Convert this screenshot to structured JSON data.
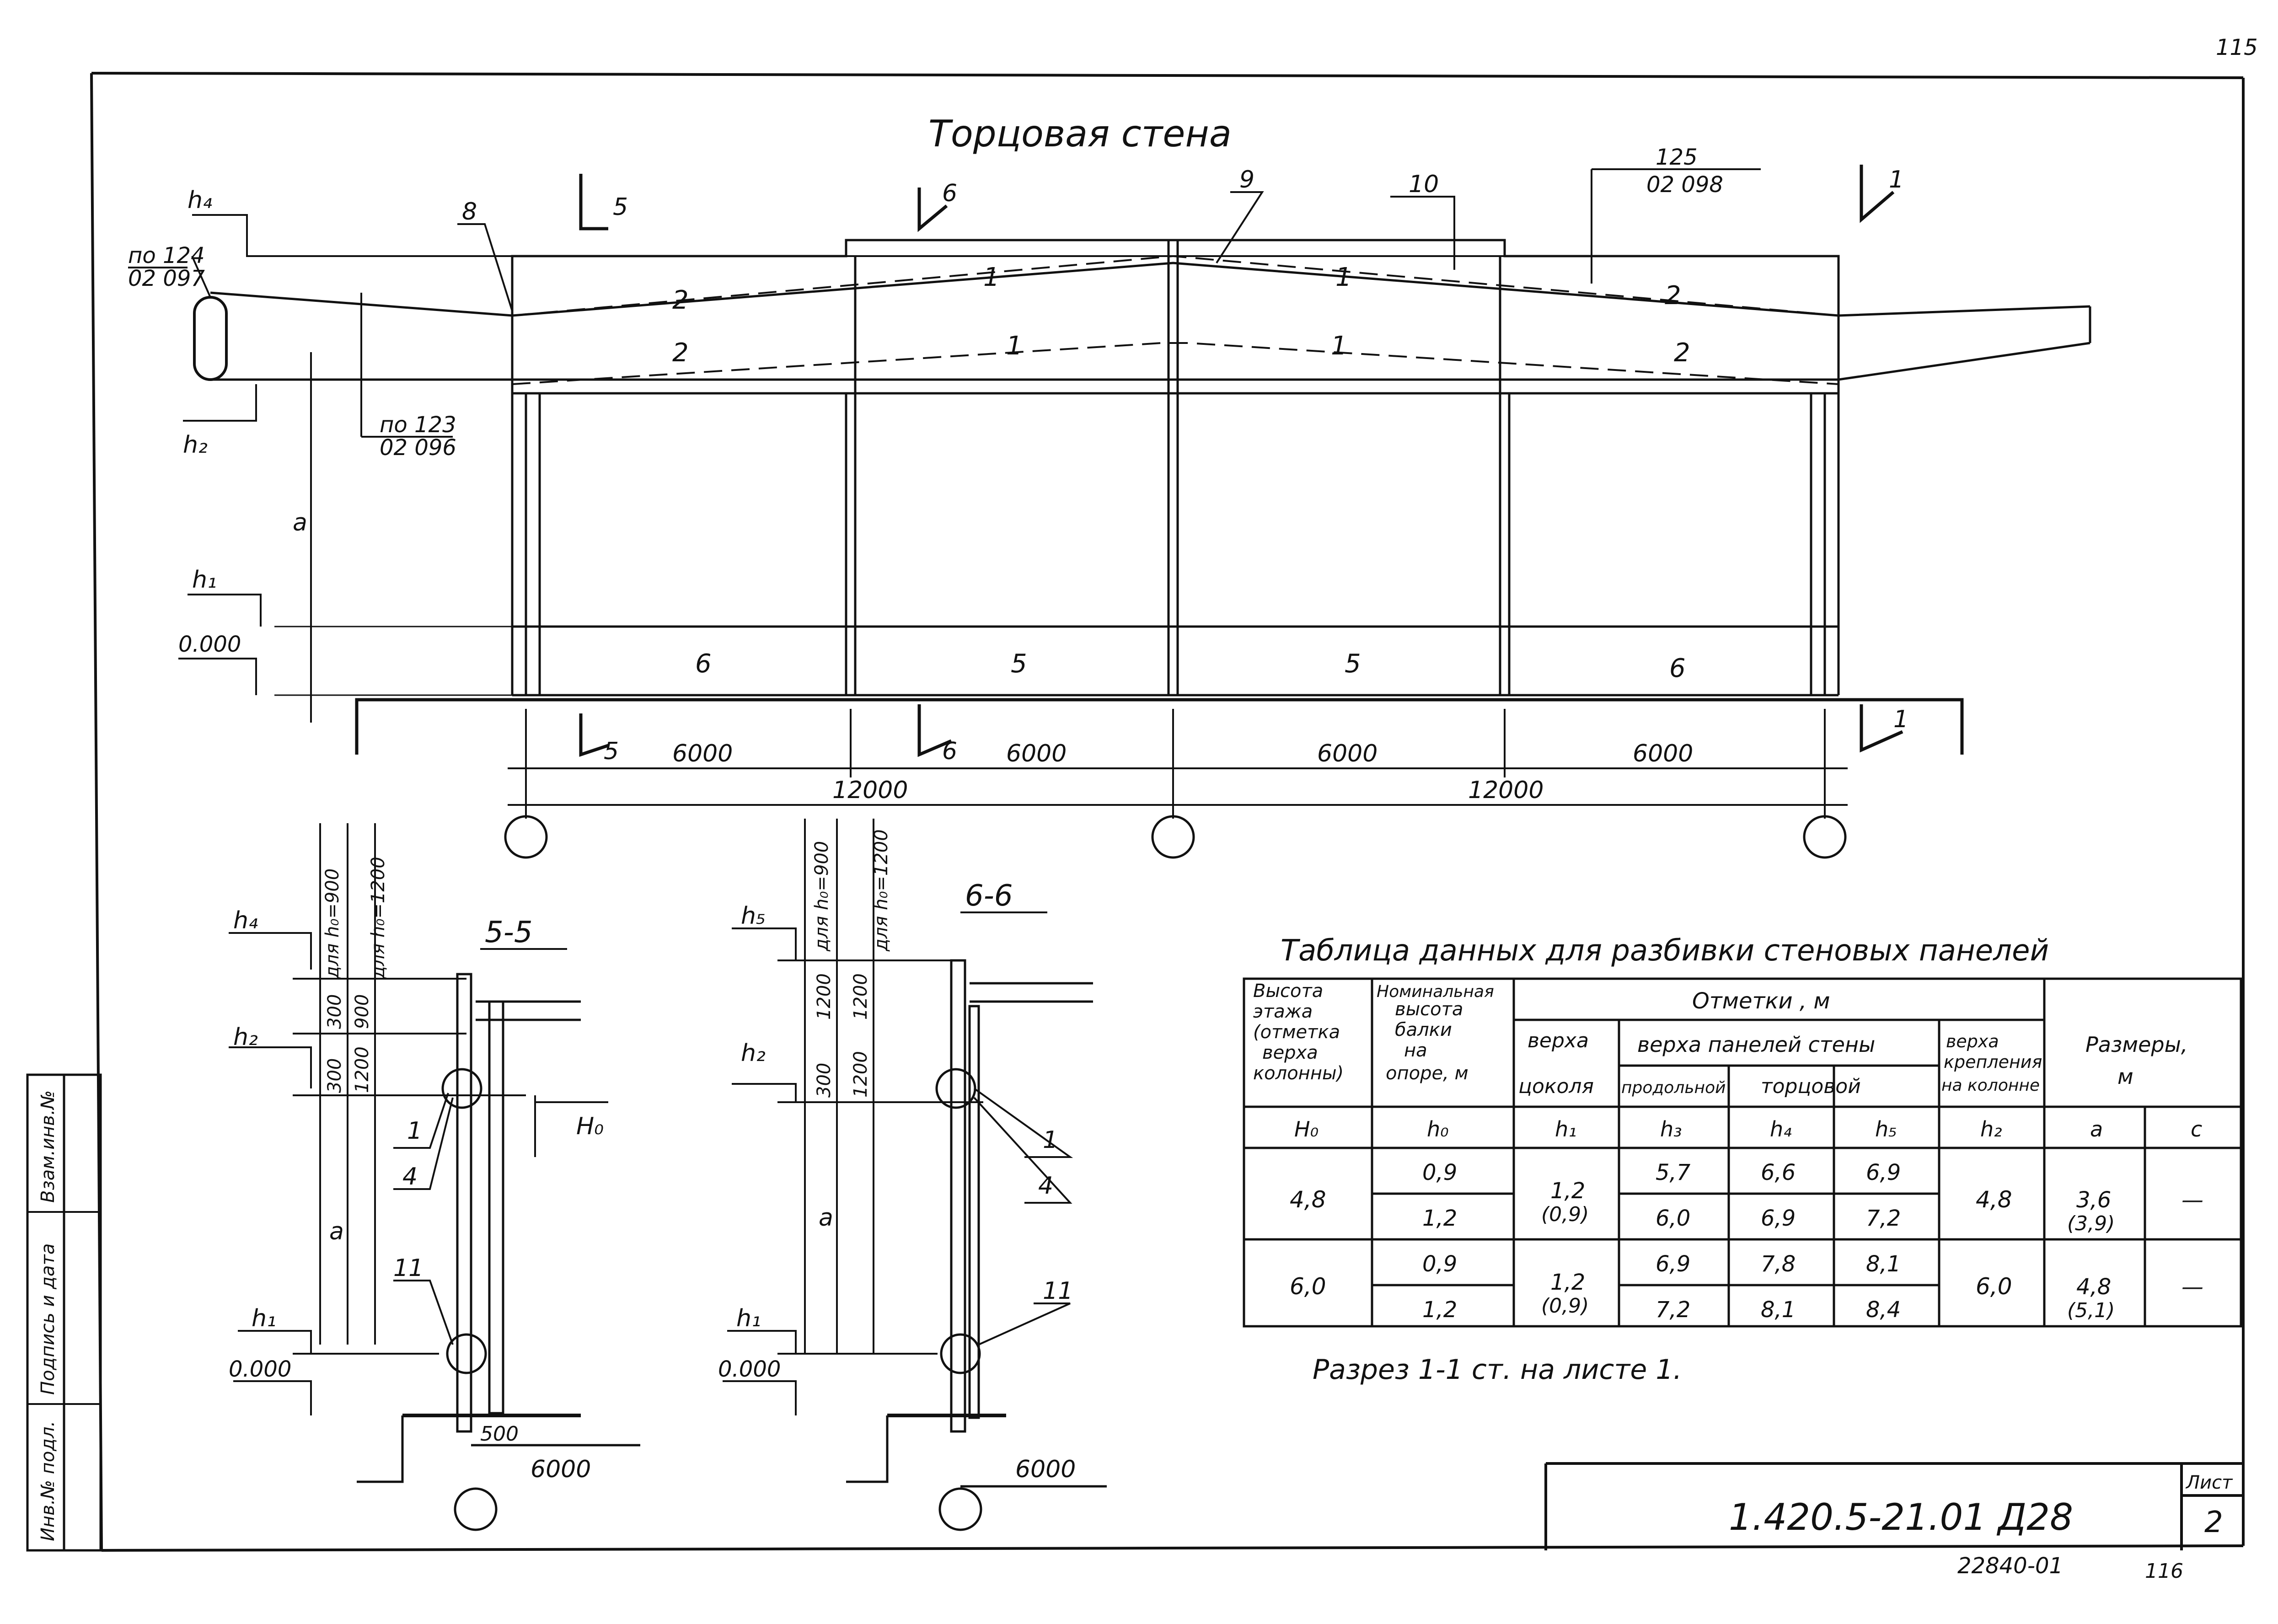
{
  "page_number_top": "115",
  "title": "Торцовая стена",
  "elevation": {
    "labels": {
      "h4": "h₄",
      "h2": "h₂",
      "h1": "h₁",
      "a": "a",
      "zero": "0.000",
      "ref_top_num": "по 124",
      "ref_top_sheet": "02 097",
      "ref_bot_num": "по 123",
      "ref_bot_sheet": "02 096",
      "ref_right_num": "125",
      "ref_right_sheet": "02 098"
    },
    "callouts": {
      "c8": "8",
      "c9": "9",
      "c10": "10"
    },
    "section_marks": {
      "s5": "5",
      "s6": "6",
      "s1": "1"
    },
    "beam_marks": {
      "m1": "1",
      "m2": "2"
    },
    "plinth_marks": [
      "6",
      "5",
      "5",
      "6"
    ],
    "dims": {
      "span": "6000",
      "bay": "12000"
    }
  },
  "section_5": {
    "title": "5-5",
    "h4": "h₄",
    "h2": "h₂",
    "h1": "h₁",
    "a": "a",
    "H0": "H₀",
    "zero": "0.000",
    "note1": "для h₀=900",
    "note2": "для h₀=1200",
    "d300": "300",
    "d900": "900",
    "d1200": "1200",
    "c1": "1",
    "c4": "4",
    "c11": "11",
    "d500": "500",
    "dim": "6000"
  },
  "section_6": {
    "title": "6-6",
    "h5": "h₅",
    "h2": "h₂",
    "h1": "h₁",
    "a": "a",
    "zero": "0.000",
    "note1": "для h₀=900",
    "note2": "для h₀=1200",
    "d300": "300",
    "d1200": "1200",
    "c1": "1",
    "c4": "4",
    "c11": "11",
    "dim": "6000"
  },
  "table": {
    "title": "Таблица данных для разбивки стеновых панелей",
    "headers": {
      "col1": [
        "Высота",
        "этажа",
        "(отметка",
        "верха",
        "колонны)"
      ],
      "col2": [
        "Номинальная",
        "высота",
        "балки",
        "на",
        "опоре, м"
      ],
      "marks": "Отметки , м",
      "plinth": [
        "верха",
        "цоколя"
      ],
      "panels": "верха панелей стены",
      "long": "продольной",
      "end": "торцовой",
      "fix": [
        "верха",
        "крепления",
        "на колонне"
      ],
      "sizes": [
        "Размеры,",
        "м"
      ]
    },
    "symbols": [
      "H₀",
      "h₀",
      "h₁",
      "h₃",
      "h₄",
      "h₅",
      "h₂",
      "a",
      "c"
    ],
    "groups": [
      {
        "H0": "4,8",
        "h1": "1,2",
        "h1b": "(0,9)",
        "h2": "4,8",
        "a": "3,6",
        "a2": "(3,9)",
        "c": "—",
        "rows": [
          {
            "h0": "0,9",
            "h3": "5,7",
            "h4": "6,6",
            "h5": "6,9"
          },
          {
            "h0": "1,2",
            "h3": "6,0",
            "h4": "6,9",
            "h5": "7,2"
          }
        ]
      },
      {
        "H0": "6,0",
        "h1": "1,2",
        "h1b": "(0,9)",
        "h2": "6,0",
        "a": "4,8",
        "a2": "(5,1)",
        "c": "—",
        "rows": [
          {
            "h0": "0,9",
            "h3": "6,9",
            "h4": "7,8",
            "h5": "8,1"
          },
          {
            "h0": "1,2",
            "h3": "7,2",
            "h4": "8,1",
            "h5": "8,4"
          }
        ]
      }
    ]
  },
  "note": "Разрез 1-1 ст. на листе 1.",
  "stamp": {
    "code": "1.420.5-21.01 Д28",
    "sheet_label": "Лист",
    "sheet_no": "2",
    "inv": "22840-01",
    "page": "116",
    "side_cols": [
      "Инв.№ подл.",
      "Подпись и дата",
      "Взам.инв.№"
    ]
  }
}
